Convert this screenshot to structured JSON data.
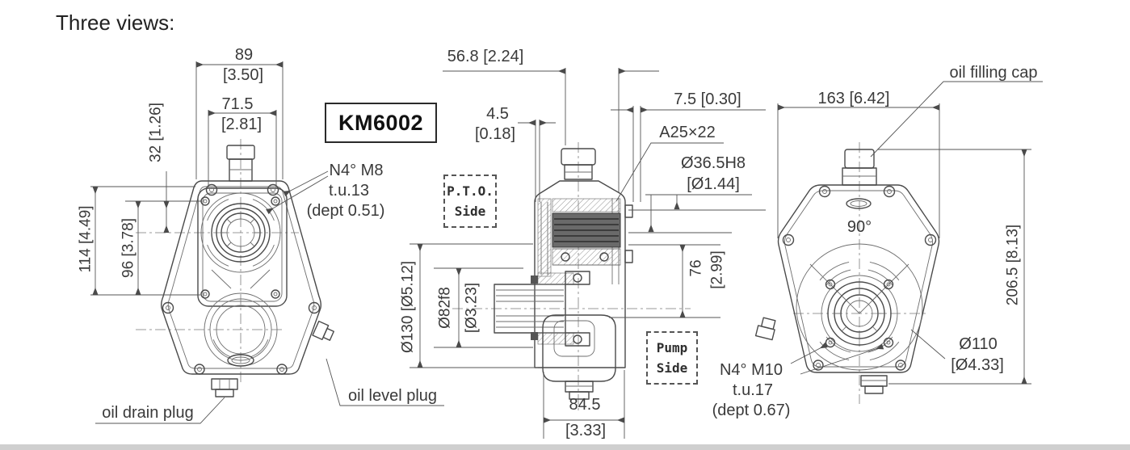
{
  "title": "Three views:",
  "model_label": "KM6002",
  "colors": {
    "line": "#4a4a4a",
    "text": "#3a3a3a",
    "background": "#ffffff",
    "footer_bar": "#cfcfcf"
  },
  "front_view": {
    "dim_width_mm": "89",
    "dim_width_in": "[3.50]",
    "dim_bolt_width_mm": "71.5",
    "dim_bolt_width_in": "[2.81]",
    "dim_top_to_center": "32 [1.26]",
    "dim_height_overall": "114 [4.49]",
    "dim_bolt_height": "96 [3.78]",
    "screw_note_line1": "N4° M8",
    "screw_note_line2": "t.u.13",
    "screw_note_line3": "(dept 0.51)",
    "oil_drain_label": "oil drain plug",
    "oil_level_label": "oil level plug"
  },
  "section_view": {
    "dim_depth": "56.8 [2.24]",
    "dim_face_offset_mm": "4.5",
    "dim_face_offset_in": "[0.18]",
    "dim_rear_offset": "7.5 [0.30]",
    "spline_spec": "A25×22",
    "bore_dia_mm": "Ø36.5H8",
    "bore_dia_in": "[Ø1.44]",
    "pto_line1": "P.T.O.",
    "pto_line2": "Side",
    "pump_line1": "Pump",
    "pump_line2": "Side",
    "flange_dia": "Ø130 [Ø5.12]",
    "pilot_dia_mm": "Ø82f8",
    "pilot_dia_in": "[Ø3.23]",
    "dim_shaft_height_mm": "76",
    "dim_shaft_height_in": "[2.99]",
    "dim_pump_width_mm": "84.5",
    "dim_pump_width_in": "[3.33]"
  },
  "rear_view": {
    "dim_width": "163 [6.42]",
    "oil_filling_label": "oil filling cap",
    "angle_label": "90°",
    "dim_height": "206.5 [8.13]",
    "hub_dia_mm": "Ø110",
    "hub_dia_in": "[Ø4.33]",
    "screw_note_line1": "N4° M10",
    "screw_note_line2": "t.u.17",
    "screw_note_line3": "(dept 0.67)"
  }
}
